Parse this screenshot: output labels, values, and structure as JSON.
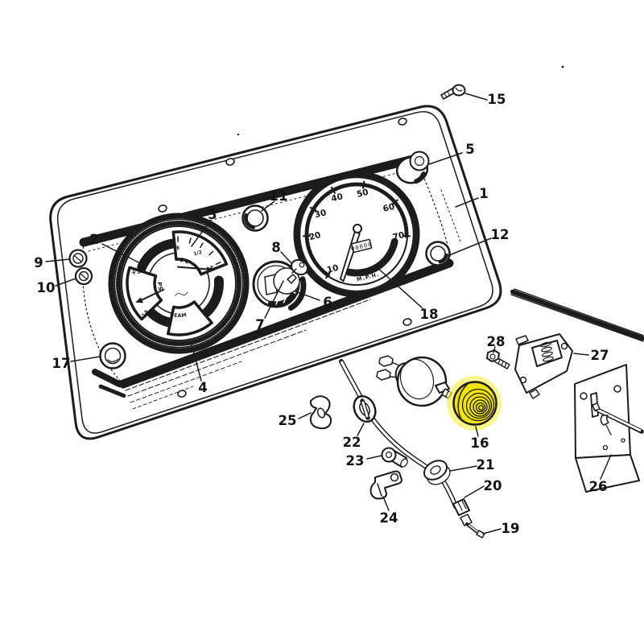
{
  "diagram": {
    "highlight_color": "#f0e400",
    "highlight_glow": "#f7f04a",
    "ink_color": "#1c1c1c",
    "background": "#ffffff"
  },
  "callouts": [
    {
      "num": "1"
    },
    {
      "num": "2"
    },
    {
      "num": "3"
    },
    {
      "num": "4"
    },
    {
      "num": "5"
    },
    {
      "num": "6"
    },
    {
      "num": "7"
    },
    {
      "num": "8"
    },
    {
      "num": "9"
    },
    {
      "num": "10"
    },
    {
      "num": "11"
    },
    {
      "num": "12"
    },
    {
      "num": "15"
    },
    {
      "num": "16"
    },
    {
      "num": "17"
    },
    {
      "num": "18"
    },
    {
      "num": "19"
    },
    {
      "num": "20"
    },
    {
      "num": "21"
    },
    {
      "num": "22"
    },
    {
      "num": "23"
    },
    {
      "num": "24"
    },
    {
      "num": "25"
    },
    {
      "num": "26"
    },
    {
      "num": "27"
    },
    {
      "num": "28"
    }
  ],
  "gauges": {
    "ammeter": {
      "plus": "+30",
      "minus": "-30",
      "label": "AMPS"
    },
    "fuel": {
      "label": "FUEL",
      "empty": "E",
      "half": "1/2",
      "full": "F"
    },
    "main_beam": {
      "label": "MAIN BEAM"
    }
  },
  "speedometer": {
    "tick_labels": [
      "10",
      "20",
      "30",
      "40",
      "50",
      "60",
      "70"
    ],
    "units": "M.P.H.",
    "odometer": "00000"
  }
}
